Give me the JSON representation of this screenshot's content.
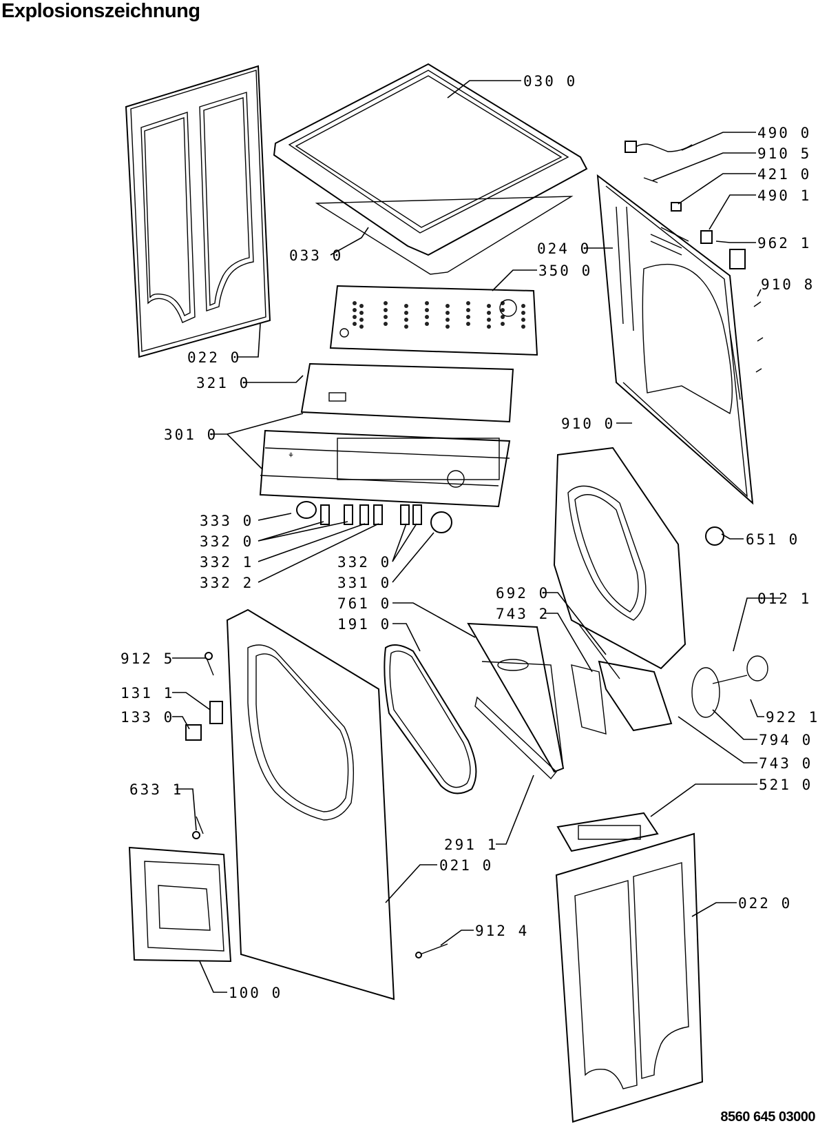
{
  "header": {
    "title": "Explosionszeichnung"
  },
  "footer": {
    "document_number": "8560 645 03000"
  },
  "callouts": [
    {
      "id": "c1",
      "label": "030 0"
    },
    {
      "id": "c2",
      "label": "490 0"
    },
    {
      "id": "c3",
      "label": "910 5"
    },
    {
      "id": "c4",
      "label": "421 0"
    },
    {
      "id": "c5",
      "label": "490 1"
    },
    {
      "id": "c6",
      "label": "962 1"
    },
    {
      "id": "c7",
      "label": "033 0"
    },
    {
      "id": "c8",
      "label": "024 0"
    },
    {
      "id": "c9",
      "label": "350 0"
    },
    {
      "id": "c10",
      "label": "910 8"
    },
    {
      "id": "c11",
      "label": "022 0"
    },
    {
      "id": "c12",
      "label": "321 0"
    },
    {
      "id": "c13",
      "label": "910 0"
    },
    {
      "id": "c14",
      "label": "301 0"
    },
    {
      "id": "c15",
      "label": "333 0"
    },
    {
      "id": "c16",
      "label": "332 0"
    },
    {
      "id": "c17",
      "label": "332 1"
    },
    {
      "id": "c18",
      "label": "332 2"
    },
    {
      "id": "c19",
      "label": "332 0"
    },
    {
      "id": "c20",
      "label": "331 0"
    },
    {
      "id": "c21",
      "label": "651 0"
    },
    {
      "id": "c22",
      "label": "692 0"
    },
    {
      "id": "c23",
      "label": "743 2"
    },
    {
      "id": "c24",
      "label": "761 0"
    },
    {
      "id": "c25",
      "label": "191 0"
    },
    {
      "id": "c26",
      "label": "012 1"
    },
    {
      "id": "c27",
      "label": "912 5"
    },
    {
      "id": "c28",
      "label": "131 1"
    },
    {
      "id": "c29",
      "label": "133 0"
    },
    {
      "id": "c30",
      "label": "922 1"
    },
    {
      "id": "c31",
      "label": "794 0"
    },
    {
      "id": "c32",
      "label": "743 0"
    },
    {
      "id": "c33",
      "label": "633 1"
    },
    {
      "id": "c34",
      "label": "521 0"
    },
    {
      "id": "c35",
      "label": "291 1"
    },
    {
      "id": "c36",
      "label": "021 0"
    },
    {
      "id": "c37",
      "label": "022 0"
    },
    {
      "id": "c38",
      "label": "912 4"
    },
    {
      "id": "c39",
      "label": "100 0"
    }
  ]
}
